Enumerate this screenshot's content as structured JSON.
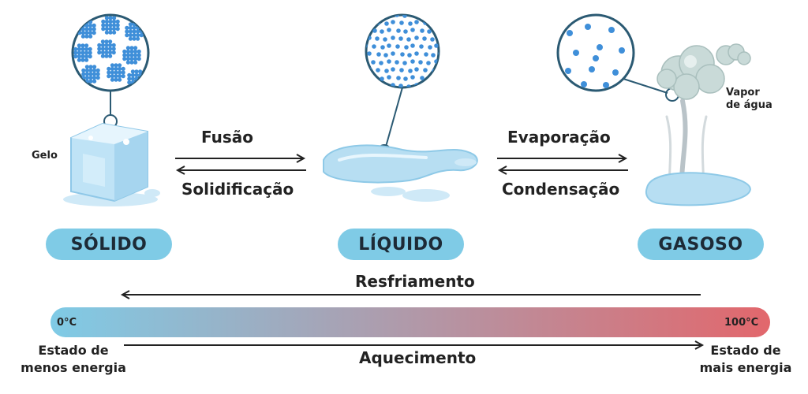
{
  "states": {
    "solid": {
      "name": "SÓLIDO",
      "item": "Gelo"
    },
    "liquid": {
      "name": "LÍQUIDO"
    },
    "gas": {
      "name": "GASOSO",
      "item_line1": "Vapor",
      "item_line2": "de água"
    }
  },
  "transitions": {
    "solid_to_liquid": "Fusão",
    "liquid_to_solid": "Solidificação",
    "liquid_to_gas": "Evaporação",
    "gas_to_liquid": "Condensação"
  },
  "scale": {
    "cooling": "Resfriamento",
    "heating": "Aquecimento",
    "min_temp": "0°C",
    "max_temp": "100°C",
    "low_energy_line1": "Estado de",
    "low_energy_line2": "menos energia",
    "high_energy_line1": "Estado de",
    "high_energy_line2": "mais energia",
    "gradient_start_color": "#7fcbe6",
    "gradient_end_color": "#e2676c"
  },
  "colors": {
    "pill": "#7fcbe6",
    "particle": "#3f8fd9"
  }
}
